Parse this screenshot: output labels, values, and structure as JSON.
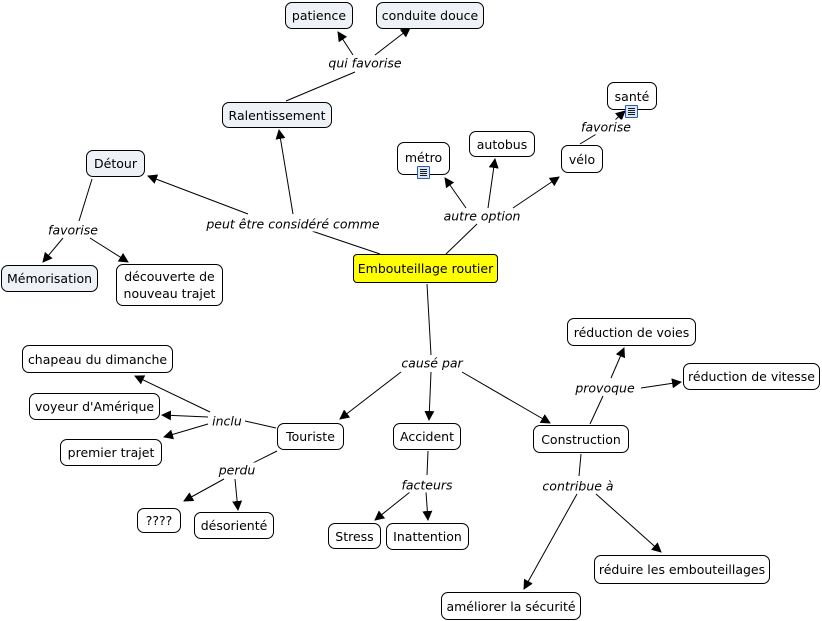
{
  "nodes": {
    "central": "Embouteillage routier",
    "patience": "patience",
    "conduite_douce": "conduite douce",
    "ralentissement": "Ralentissement",
    "sante": "santé",
    "detour": "Détour",
    "metro": "métro",
    "autobus": "autobus",
    "velo": "vélo",
    "memorisation": "Mémorisation",
    "decouverte": "découverte de nouveau trajet",
    "reduction_voies": "réduction de voies",
    "chapeau": "chapeau du dimanche",
    "reduction_vitesse": "réduction de vitesse",
    "voyeur": "voyeur d'Amérique",
    "premier_trajet": "premier trajet",
    "touriste": "Touriste",
    "accident": "Accident",
    "construction": "Construction",
    "inconnu": "????",
    "desoriente": "désorienté",
    "stress": "Stress",
    "inattention": "Inattention",
    "reduire": "réduire les embouteillages",
    "ameliorer": "améliorer la sécurité"
  },
  "links": {
    "qui_favorise": "qui favorise",
    "favorise_sante": "favorise",
    "peut_etre": "peut être considéré comme",
    "autre_option": "autre option",
    "favorise_detour": "favorise",
    "cause_par": "causé par",
    "provoque": "provoque",
    "inclu": "inclu",
    "perdu": "perdu",
    "facteurs": "facteurs",
    "contribue": "contribue à"
  },
  "icons": [
    "document-icon",
    "document-icon"
  ]
}
